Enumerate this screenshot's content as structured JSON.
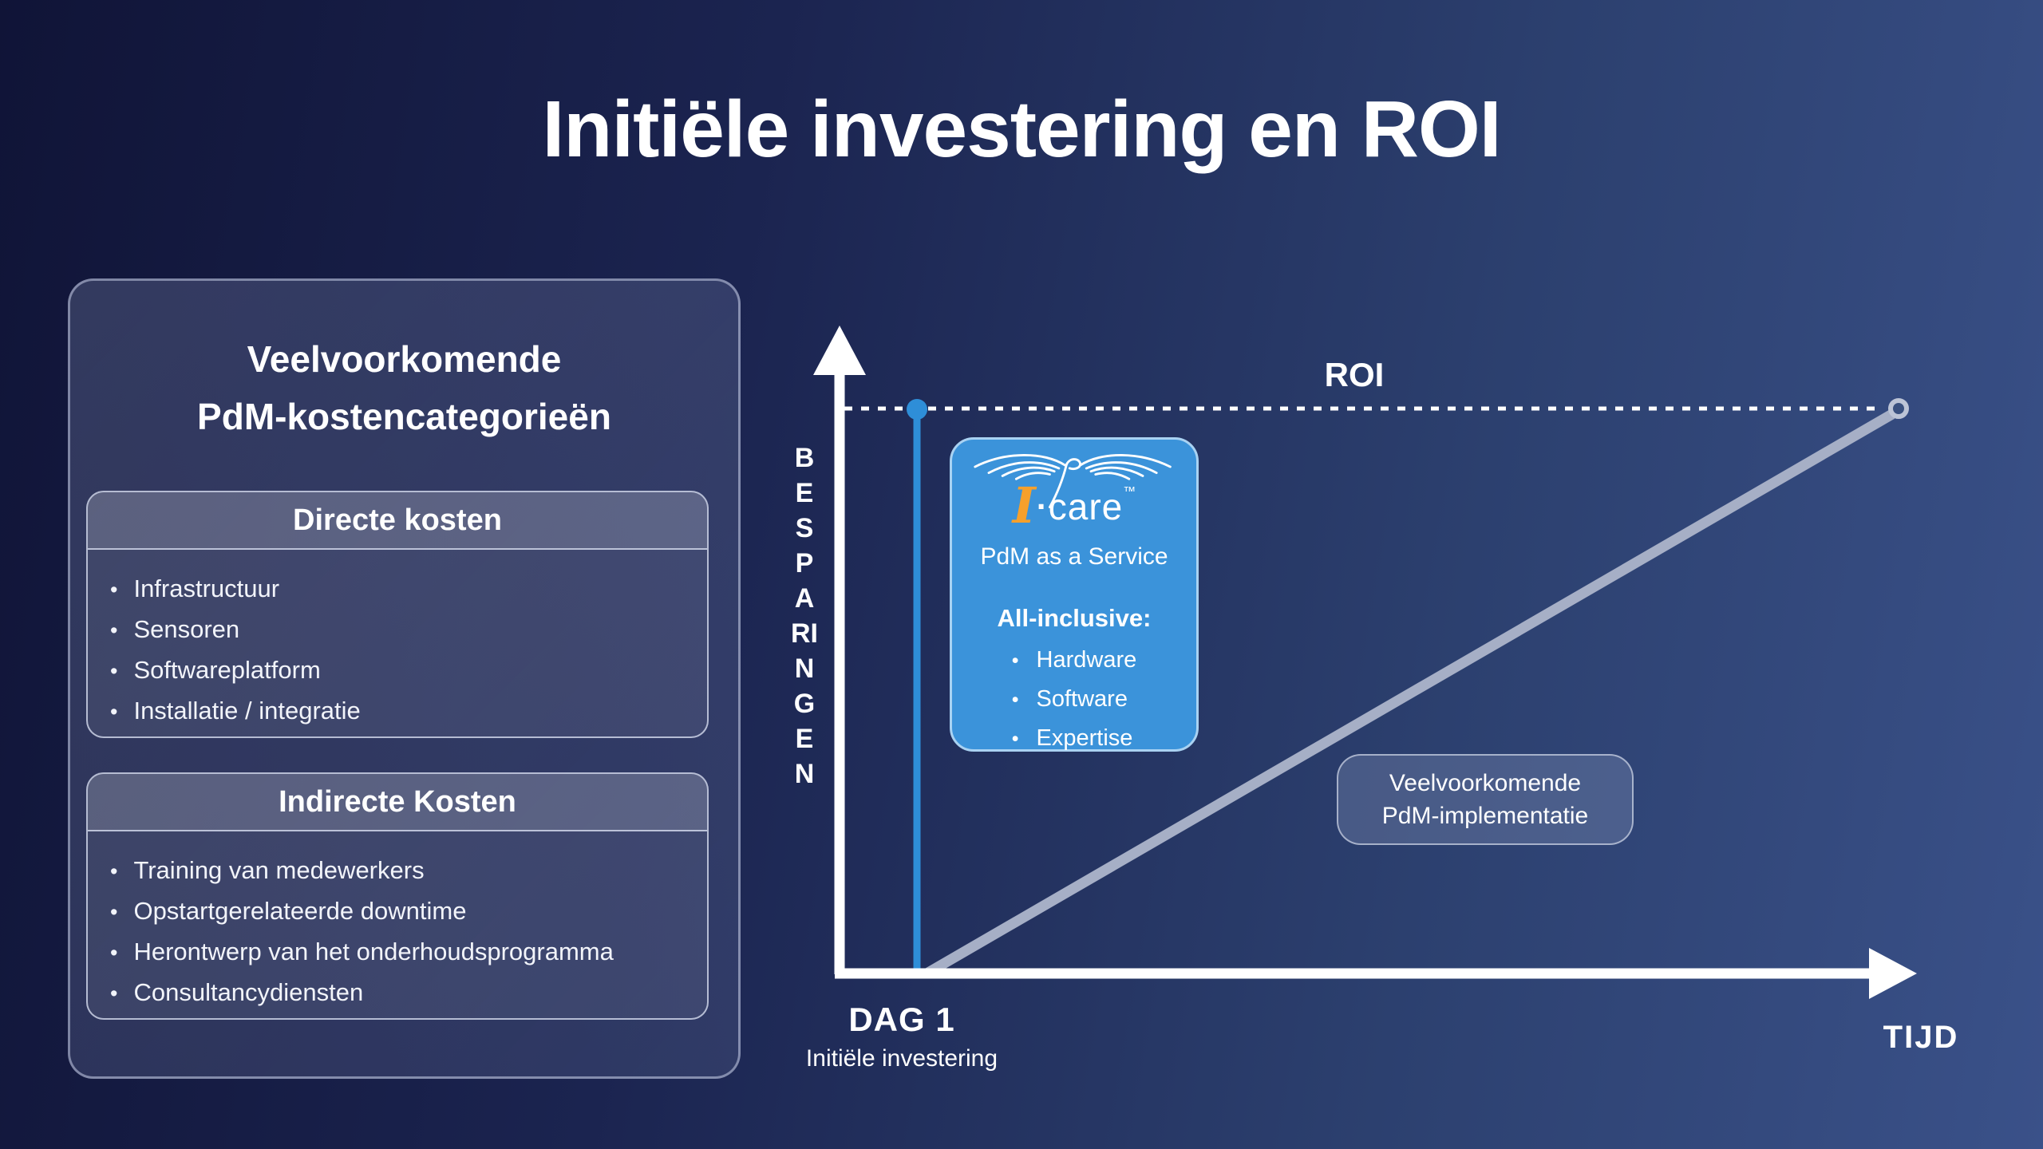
{
  "slide": {
    "title": "Initiële investering en ROI"
  },
  "cost_panel": {
    "title_line1": "Veelvoorkomende",
    "title_line2": "PdM-kostencategorieën",
    "sections": [
      {
        "header": "Directe kosten",
        "items": [
          "Infrastructuur",
          "Sensoren",
          "Softwareplatform",
          "Installatie / integratie"
        ]
      },
      {
        "header": "Indirecte Kosten",
        "items": [
          "Training van medewerkers",
          "Opstartgerelateerde downtime",
          "Herontwerp van het onderhoudsprogramma",
          "Consultancydiensten"
        ]
      }
    ]
  },
  "chart_data": {
    "type": "line",
    "y_axis_label": "BESPARINGEN",
    "x_axis_label": "TIJD",
    "threshold_label": "ROI",
    "origin_label": "DAG 1",
    "origin_sublabel": "Initiële investering",
    "series": [
      {
        "name": "PdM as a Service",
        "color": "#2E8ED8",
        "shape": "vertical line at Dag 1, reaches ROI level immediately"
      },
      {
        "name": "Veelvoorkomende PdM-implementatie",
        "color": "#A6AFC6",
        "shape": "diagonal line from Dag 1, reaches ROI level at far right"
      }
    ],
    "legend_position": "none",
    "grid": false
  },
  "service_card": {
    "brand_i": "I",
    "brand_dot": "·",
    "brand_name": "care",
    "brand_tm": "™",
    "subtitle": "PdM as a Service",
    "heading": "All-inclusive:",
    "items": [
      "Hardware",
      "Software",
      "Expertise"
    ]
  },
  "implementation_label": {
    "line1": "Veelvoorkomende",
    "line2": "PdM-implementatie"
  },
  "colors": {
    "accent_blue": "#2E8ED8",
    "card_blue": "#3B93DA",
    "card_border": "#A9D2F2",
    "line_gray": "#A6AFC6",
    "brand_orange": "#F6A02B"
  }
}
